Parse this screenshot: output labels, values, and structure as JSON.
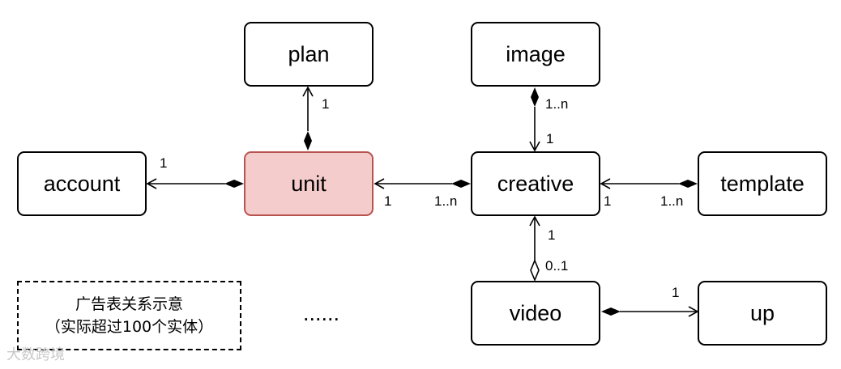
{
  "entities": {
    "plan": "plan",
    "image": "image",
    "account": "account",
    "unit": "unit",
    "creative": "creative",
    "template": "template",
    "video": "video",
    "up": "up"
  },
  "multiplicities": {
    "plan_unit_plan_end": "1",
    "unit_account_account_end": "1",
    "unit_account_unit_end": "",
    "creative_unit_unit_end": "1",
    "creative_unit_creative_end": "1..n",
    "image_creative_image_end": "1..n",
    "image_creative_creative_end": "1",
    "template_creative_creative_end": "1",
    "template_creative_template_end": "1..n",
    "creative_video_creative_end": "1",
    "creative_video_video_end": "0..1",
    "video_up_up_end": "1"
  },
  "legend": {
    "line1": "广告表关系示意",
    "line2": "（实际超过100个实体）"
  },
  "more": "......",
  "watermark": "大数跨境",
  "colors": {
    "highlight_fill": "#f5cccc",
    "highlight_stroke": "#b85450",
    "stroke": "#000000"
  }
}
